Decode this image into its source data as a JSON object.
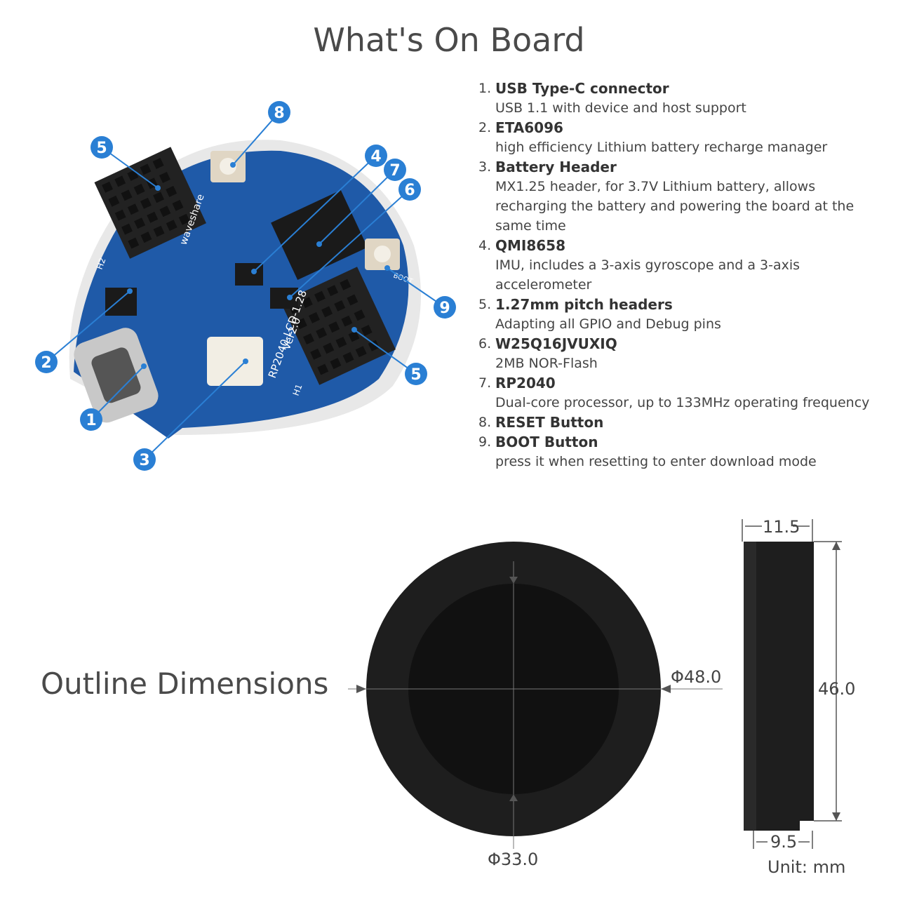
{
  "title": "What's On Board",
  "components": [
    {
      "num": "1.",
      "name": "USB Type-C connector",
      "desc": "USB 1.1 with device and host support"
    },
    {
      "num": "2.",
      "name": "ETA6096",
      "desc": "high efficiency Lithium battery recharge manager"
    },
    {
      "num": "3.",
      "name": "Battery Header",
      "desc": "MX1.25 header, for 3.7V Lithium battery, allows recharging the battery and powering the board at the same time"
    },
    {
      "num": "4.",
      "name": "QMI8658",
      "desc": "IMU, includes a 3-axis gyroscope and a 3-axis accelerometer"
    },
    {
      "num": "5.",
      "name": "1.27mm pitch headers",
      "desc": "Adapting all GPIO and Debug pins"
    },
    {
      "num": "6.",
      "name": "W25Q16JVUXIQ",
      "desc": "2MB NOR-Flash"
    },
    {
      "num": "7.",
      "name": "RP2040",
      "desc": "Dual-core processor, up to 133MHz operating frequency"
    },
    {
      "num": "8.",
      "name": "RESET Button",
      "desc": ""
    },
    {
      "num": "9.",
      "name": "BOOT Button",
      "desc": "press it when resetting to enter download mode"
    }
  ],
  "callouts": {
    "c1": "1",
    "c2": "2",
    "c3": "3",
    "c4": "4",
    "c5a": "5",
    "c5b": "5",
    "c6": "6",
    "c7": "7",
    "c8": "8",
    "c9": "9"
  },
  "board_text": {
    "brand": "waveshare",
    "model": "RP2040-LCD-1.28",
    "ver": "Ver2.0",
    "boot": "BOOT",
    "h1": "H1",
    "h2": "H2"
  },
  "outline": {
    "title": "Outline Dimensions",
    "outer_diameter": "Φ48.0",
    "inner_diameter": "Φ33.0",
    "height": "46.0",
    "depth_top": "11.5",
    "depth_bottom": "9.5",
    "unit": "Unit: mm"
  },
  "colors": {
    "callout": "#2a7fd4",
    "pcb": "#1f5aa8",
    "case": "#1e1e1e"
  }
}
